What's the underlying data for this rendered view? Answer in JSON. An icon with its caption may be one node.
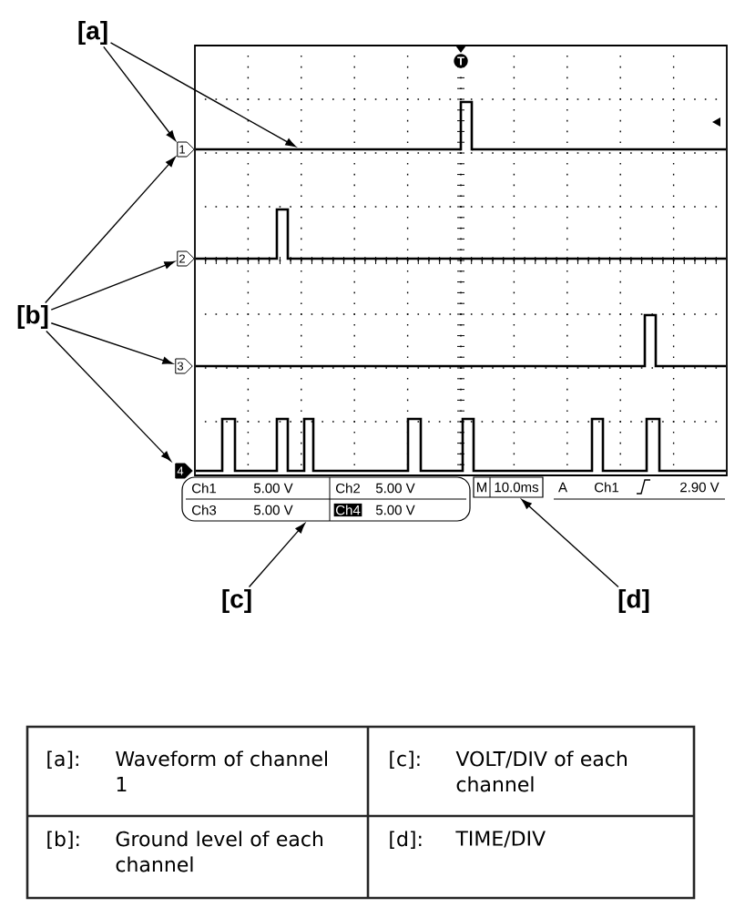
{
  "diagram": {
    "nodes": [
      {
        "text": [
          "[a]"
        ]
      },
      {
        "text": [
          "1"
        ]
      },
      {
        "text": [],
        "shape": "picture"
      },
      {
        "text": [
          "2"
        ]
      },
      {
        "text": [
          "[b]"
        ]
      },
      {
        "text": [
          "3"
        ]
      },
      {
        "text": [
          "4"
        ]
      },
      {
        "text": [
          "Ch1",
          "5.00 V",
          "Ch2",
          "5.00 V",
          "Ch3",
          "5.00 V",
          "Ch4",
          "5.00 V"
        ]
      },
      {
        "text": [
          "M",
          "10.0ms"
        ]
      },
      {
        "text": [
          "[c]"
        ]
      },
      {
        "text": [
          "[d]"
        ]
      }
    ],
    "edges": [
      {
        "from": 0,
        "to": 1,
        "arrow": "to"
      },
      {
        "from": 0,
        "to": 2,
        "arrow": "to"
      },
      {
        "from": 4,
        "to": 1,
        "arrow": "to"
      },
      {
        "from": 4,
        "to": 3,
        "arrow": "to"
      },
      {
        "from": 4,
        "to": 5,
        "arrow": "to"
      },
      {
        "from": 4,
        "to": 6,
        "arrow": "to"
      },
      {
        "from": 9,
        "to": 7,
        "arrow": "to"
      },
      {
        "from": 10,
        "to": 8,
        "arrow": "to"
      }
    ],
    "labels": [
      "T",
      "A",
      "Ch1",
      "2.90 V",
      "[a]:",
      "Waveform of channel 1",
      "[c]:",
      "VOLT/DIV of each channel",
      "[b]:",
      "Ground level of each channel",
      "[d]:",
      "TIME/DIV"
    ]
  }
}
